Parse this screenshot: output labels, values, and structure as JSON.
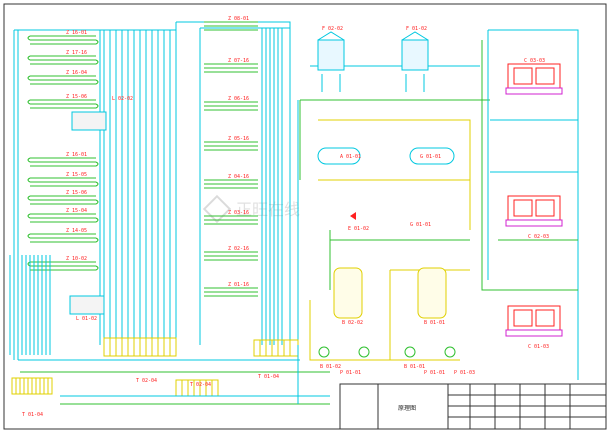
{
  "drawing": {
    "title_block_name": "原理图",
    "watermark_text": "正旺在线"
  },
  "colors": {
    "cyan": "#00c8e0",
    "green": "#30c030",
    "yellow": "#e0d000",
    "red": "#ff2020",
    "magenta": "#d020d0",
    "blue": "#2040ff"
  },
  "coils_left": [
    {
      "label": "Z 16-01"
    },
    {
      "label": "Z 17-16"
    },
    {
      "label": "Z 16-04"
    },
    {
      "label": "Z 15-06"
    },
    {
      "label": "Z 16-01"
    },
    {
      "label": "Z 15-05"
    },
    {
      "label": "Z 15-06"
    },
    {
      "label": "Z 15-04"
    },
    {
      "label": "Z 14-05"
    },
    {
      "label": "Z 10-02"
    }
  ],
  "coils_mid": [
    {
      "label": "Z 08-01"
    },
    {
      "label": "Z 07-16"
    },
    {
      "label": "Z 06-16"
    },
    {
      "label": "Z 05-16"
    },
    {
      "label": "Z 04-16"
    },
    {
      "label": "Z 03-16"
    },
    {
      "label": "Z 02-16"
    },
    {
      "label": "Z 01-16"
    }
  ],
  "equipment": {
    "l_tank": "L 02-02",
    "l_tank_bottom": "L 01-02",
    "cooling_tower_1": "F 02-02",
    "cooling_tower_2": "F 01-02",
    "separator": "A 01-01",
    "g_tank": "G 01-01",
    "g_tank_2": "G 01-01",
    "vessel_1": "B 02-02",
    "vessel_2": "B 01-01",
    "compressor_1": "C 03-03",
    "compressor_2": "C 02-03",
    "compressor_3": "C 01-03",
    "pump_a": "B 01-02",
    "pump_b": "P 01-01",
    "pump_c": "B 01-01",
    "pump_d": "P 01-01",
    "pump_e": "P 01-03",
    "manifold_left": "T 01-04",
    "manifold_mid": "T 02-04",
    "manifold_center": "T 02-04",
    "manifold_right": "T 01-04",
    "valve_1": "E 01-02"
  }
}
